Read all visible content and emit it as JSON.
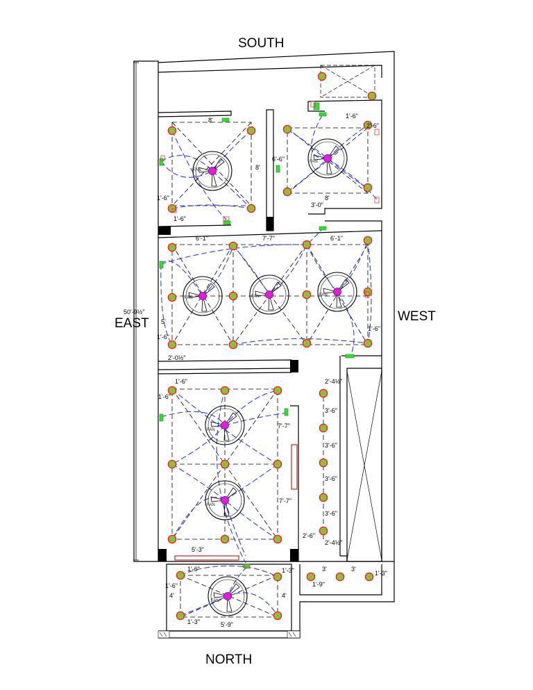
{
  "compass": {
    "south": "SOUTH",
    "north": "NORTH",
    "east": "EAST",
    "west": "WEST"
  },
  "overall_dim": "50'-9½\"",
  "fan_label": "FAN",
  "colors": {
    "wiring": "#2a3cff",
    "fan_hub": "#e01ee0",
    "light_ring": "#ff2020",
    "light_fill": "#7ad04a",
    "switchboard": "#33dd33",
    "socket": "#ff3030",
    "wall": "#000000"
  },
  "dims": {
    "r1_top": "8'",
    "r1_side": "8'",
    "r1_a": "1'-6\"",
    "r1_b": "1'-6\"",
    "r2_a": "1'-6\"",
    "r2_b": "2'-6\"",
    "r2_side": "6'-6\"",
    "r2_c": "8'",
    "r2_d": "3'-0\"",
    "h_a": "6'-1\"",
    "h_b": "7'-7\"",
    "h_c": "6'-1\"",
    "h_side": "5'",
    "h_d": "1'-6\"",
    "h_e": "2'-0½\"",
    "h_f": "1'-6\"",
    "b_a": "1'-6\"",
    "b_b": "1'-6\"",
    "b_c": "7'-7\"",
    "b_d": "7'-7\"",
    "b_e": "5'-3\"",
    "b_f": "2'-6\"",
    "s_a": "2'-4½\"",
    "s_b": "3'-6\"",
    "s_c": "3'-6\"",
    "s_d": "3'-6\"",
    "s_e": "3'-6\"",
    "s_f": "2'-4½\"",
    "e_a": "3'",
    "e_b": "3'",
    "e_c": "1'-3\"",
    "e_d": "1'-9\"",
    "e_e": "1'-3\"",
    "n_a": "1'-6\"",
    "n_b": "1'-6\"",
    "n_c": "4'",
    "n_d": "4'",
    "n_e": "1'-3\"",
    "n_f": "5'-9\""
  }
}
